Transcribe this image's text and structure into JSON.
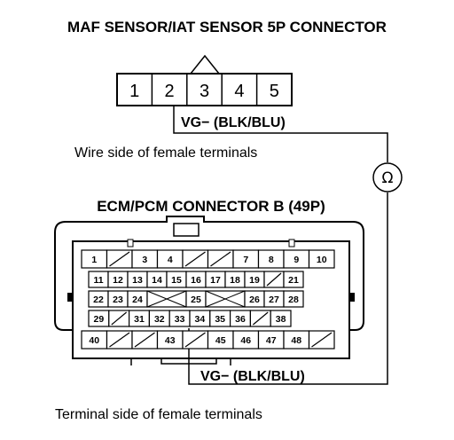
{
  "maf_connector": {
    "title": "MAF SENSOR/IAT SENSOR 5P CONNECTOR",
    "pins": [
      "1",
      "2",
      "3",
      "4",
      "5"
    ],
    "wire_label": "VG− (BLK/BLU)",
    "caption": "Wire side of female terminals"
  },
  "meter": {
    "symbol": "Ω",
    "icon": "ohmmeter-icon"
  },
  "ecm_connector": {
    "title": "ECM/PCM CONNECTOR B (49P)",
    "wire_label": "VG− (BLK/BLU)",
    "caption": "Terminal side of female terminals",
    "rows": [
      [
        "1",
        "/",
        "3",
        "4",
        "/",
        "/",
        "7",
        "8",
        "9",
        "10"
      ],
      [
        "11",
        "12",
        "13",
        "14",
        "15",
        "16",
        "17",
        "18",
        "19",
        "/",
        "21"
      ],
      [
        "22",
        "23",
        "24",
        "X",
        "X",
        "25",
        "X",
        "X",
        "26",
        "27",
        "28"
      ],
      [
        "29",
        "/",
        "31",
        "32",
        "33",
        "34",
        "35",
        "36",
        "/",
        "38"
      ],
      [
        "40",
        "/",
        "/",
        "43",
        "/",
        "45",
        "46",
        "47",
        "48",
        "/"
      ]
    ]
  }
}
